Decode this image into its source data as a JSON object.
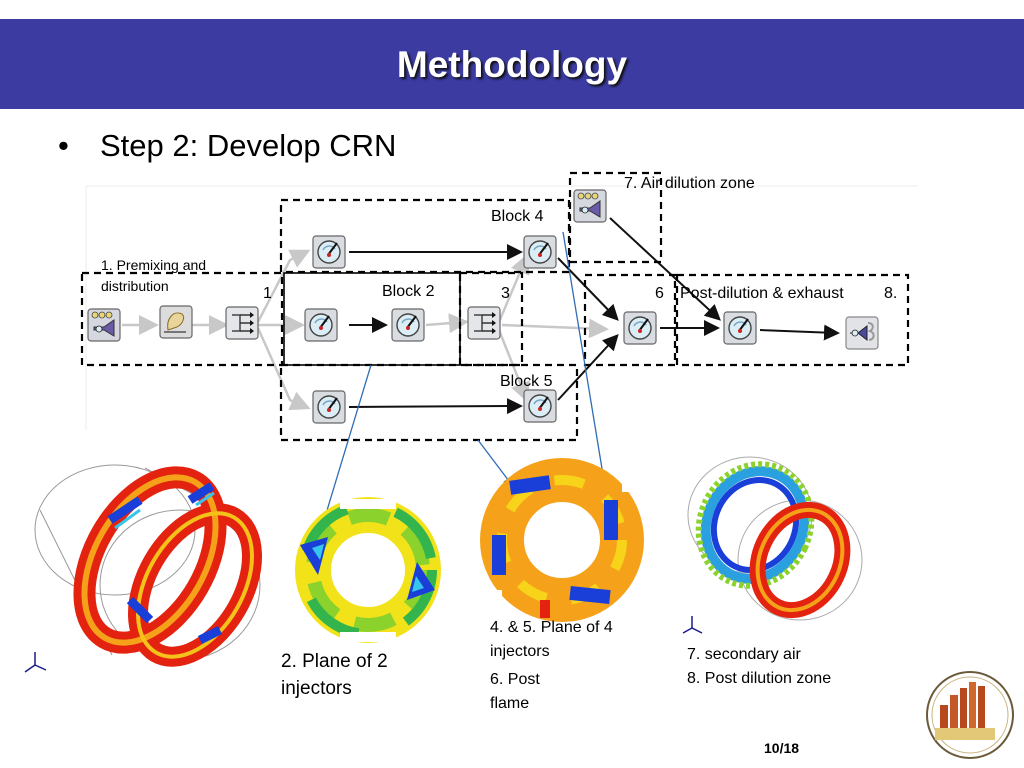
{
  "slide": {
    "title": "Methodology",
    "bullet": "•",
    "bullet_text": "Step 2:  Develop CRN",
    "page_number": "10/18",
    "colors": {
      "title_bar": "#3b3ba2",
      "title_text": "#ffffff",
      "links": "#2f6db5",
      "box_border": "#000000"
    }
  },
  "crn": {
    "zones": {
      "z1": "1. Premixing and distribution",
      "z7": "7.  Air dilution zone",
      "z8": "Post-dilution & exhaust"
    },
    "node_numbers": [
      "1",
      "3",
      "6",
      "8."
    ],
    "blocks": {
      "block2": "Block 2",
      "block4": "Block 4",
      "block5": "Block 5"
    },
    "icons": [
      "inlet-icon",
      "mixer-icon",
      "splitter-icon",
      "reactor-icon",
      "exhaust-icon"
    ]
  },
  "captions": {
    "plane2": "2. Plane of 2 injectors",
    "plane45": "4. & 5. Plane of 4 injectors",
    "postflame": "6. Post flame",
    "secondary": "7. secondary air",
    "postdilution": "8. Post dilution zone"
  }
}
